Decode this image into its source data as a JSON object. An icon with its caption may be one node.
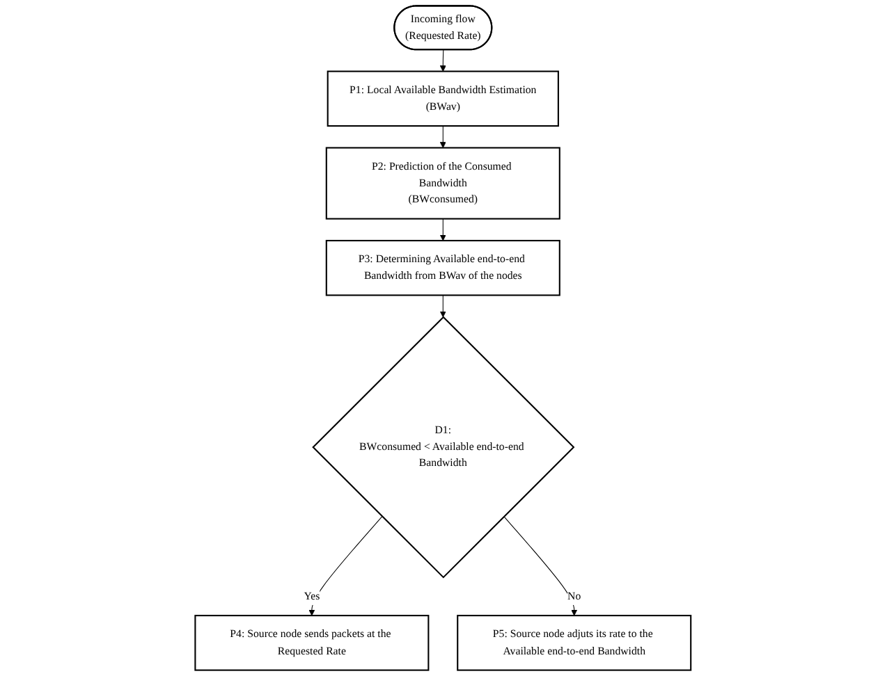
{
  "diagram": {
    "nodes": [
      {
        "text": [
          "Incoming flow",
          "(Requested Rate)"
        ]
      },
      {
        "text": [
          "P1: Local Available Bandwidth Estimation",
          "(BWav)"
        ]
      },
      {
        "text": [
          "P2: Prediction of the Consumed Bandwidth",
          "(BWconsumed)"
        ]
      },
      {
        "text": [
          "P3: Determining Available end-to-end Bandwidth from BWav of the nodes"
        ]
      },
      {
        "text": [
          "D1:",
          "BWconsumed < Available end-to-end Bandwidth"
        ]
      },
      {
        "text": [
          "P4: Source node sends packets at the Requested Rate"
        ]
      },
      {
        "text": [
          "P5: Source node adjuts its rate to the Available end-to-end Bandwidth"
        ]
      }
    ],
    "edges": [
      {
        "from": 0,
        "to": 1,
        "arrow": "to"
      },
      {
        "from": 1,
        "to": 2,
        "arrow": "to"
      },
      {
        "from": 2,
        "to": 3,
        "arrow": "to"
      },
      {
        "from": 3,
        "to": 4,
        "arrow": "to"
      },
      {
        "from": 4,
        "to": 5,
        "arrow": "to",
        "label": "Yes"
      },
      {
        "from": 4,
        "to": 6,
        "arrow": "to",
        "label": "No"
      }
    ]
  }
}
